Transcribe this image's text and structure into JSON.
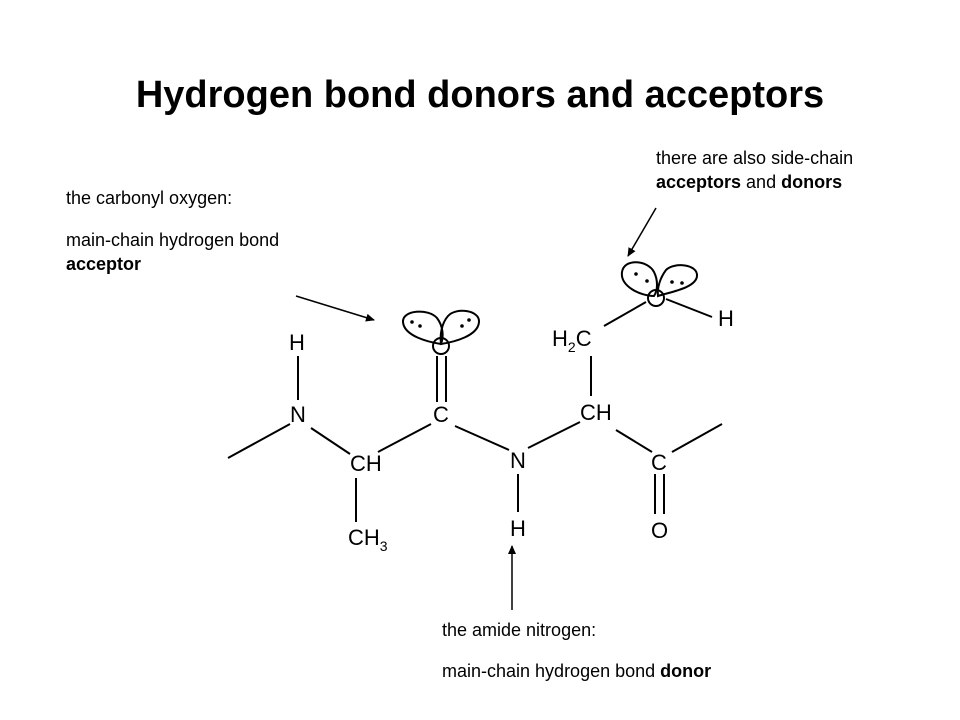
{
  "title": "Hydrogen bond donors and acceptors",
  "notes": {
    "carbonyl": {
      "heading": "the carbonyl oxygen:",
      "line1": "main-chain hydrogen bond",
      "line2_bold": "acceptor"
    },
    "sidechain": {
      "line1": "there are also side-chain",
      "bold1": "acceptors",
      "and": " and ",
      "bold2": "donors"
    },
    "amide": {
      "heading": "the amide nitrogen:",
      "prefix": "main-chain hydrogen bond ",
      "bold": "donor"
    }
  },
  "atoms": {
    "h1": "H",
    "n1": "N",
    "ch1": "CH",
    "ch3": "CH",
    "sub3": "3",
    "c1": "C",
    "n2": "N",
    "h2": "H",
    "ch2": "CH",
    "h2c_h": "H",
    "h2c_sub": "2",
    "h2c_c": "C",
    "h3": "H",
    "c2": "C",
    "o2": "O"
  }
}
